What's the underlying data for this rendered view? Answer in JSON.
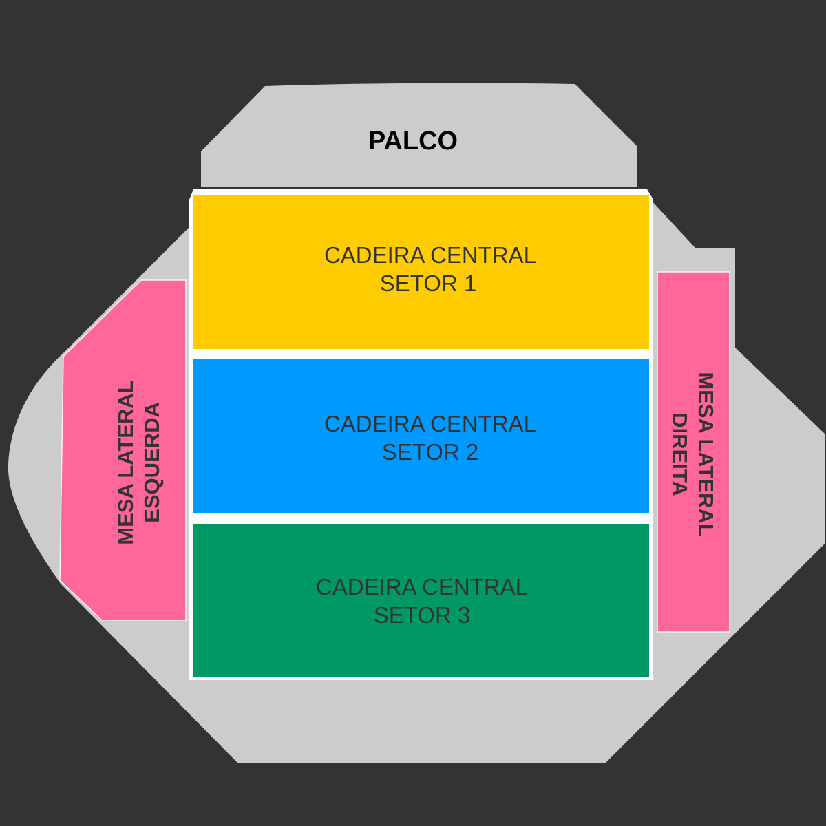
{
  "map": {
    "stage": {
      "label": "PALCO",
      "color": "#cccccc"
    },
    "venue_color": "#cccccc",
    "background": "#333333",
    "sectors": [
      {
        "line1": "CADEIRA CENTRAL",
        "line2": "SETOR 1",
        "color": "#ffcc00"
      },
      {
        "line1": "CADEIRA CENTRAL",
        "line2": "SETOR 2",
        "color": "#0099ff"
      },
      {
        "line1": "CADEIRA CENTRAL",
        "line2": "SETOR 3",
        "color": "#009966"
      }
    ],
    "left_table": {
      "line1": "MESA LATERAL",
      "line2": "ESQUERDA",
      "color": "#ff6699"
    },
    "right_table": {
      "line1": "MESA LATERAL",
      "line2": "DIREITA",
      "color": "#ff6699"
    }
  }
}
